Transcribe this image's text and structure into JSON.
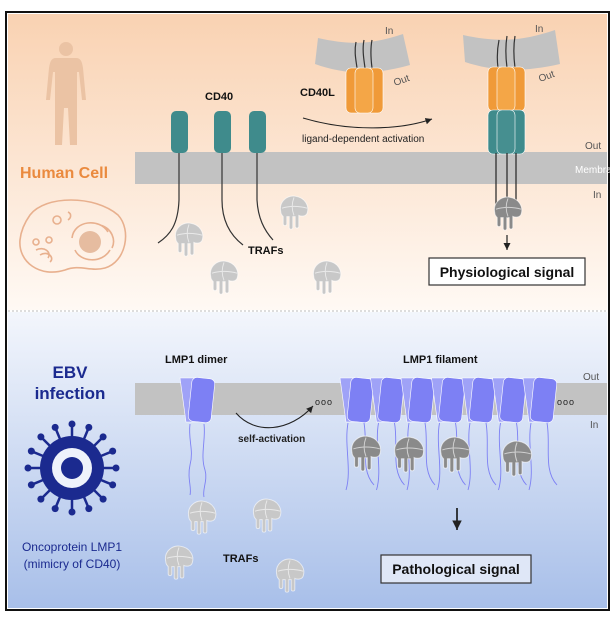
{
  "colors": {
    "human_accent": "#ea8a3e",
    "ebv_accent": "#1b2a8f",
    "cd40": "#3f8b8c",
    "cd40l": "#f09a38",
    "lmp1": "#7d80f4",
    "membrane": "#c2c2c2",
    "traf_free": "#c8c8c8",
    "traf_bound": "#8a8a8a"
  },
  "top": {
    "title": "Human Cell",
    "cd40_label": "CD40",
    "cd40l_label": "CD40L",
    "activation_label": "ligand-dependent activation",
    "trafs_label": "TRAFs",
    "in_label": "In",
    "out_label": "Out",
    "membrane_label": "Membrane",
    "signal_label": "Physiological signal"
  },
  "bottom": {
    "title_line1": "EBV",
    "title_line2": "infection",
    "oncoprotein_line1": "Oncoprotein LMP1",
    "oncoprotein_line2": "(mimicry of CD40)",
    "dimer_label": "LMP1 dimer",
    "filament_label": "LMP1 filament",
    "self_activation_label": "self-activation",
    "ellipsis": "ooo",
    "trafs_label": "TRAFs",
    "out_label": "Out",
    "in_label": "In",
    "signal_label": "Pathological signal"
  }
}
